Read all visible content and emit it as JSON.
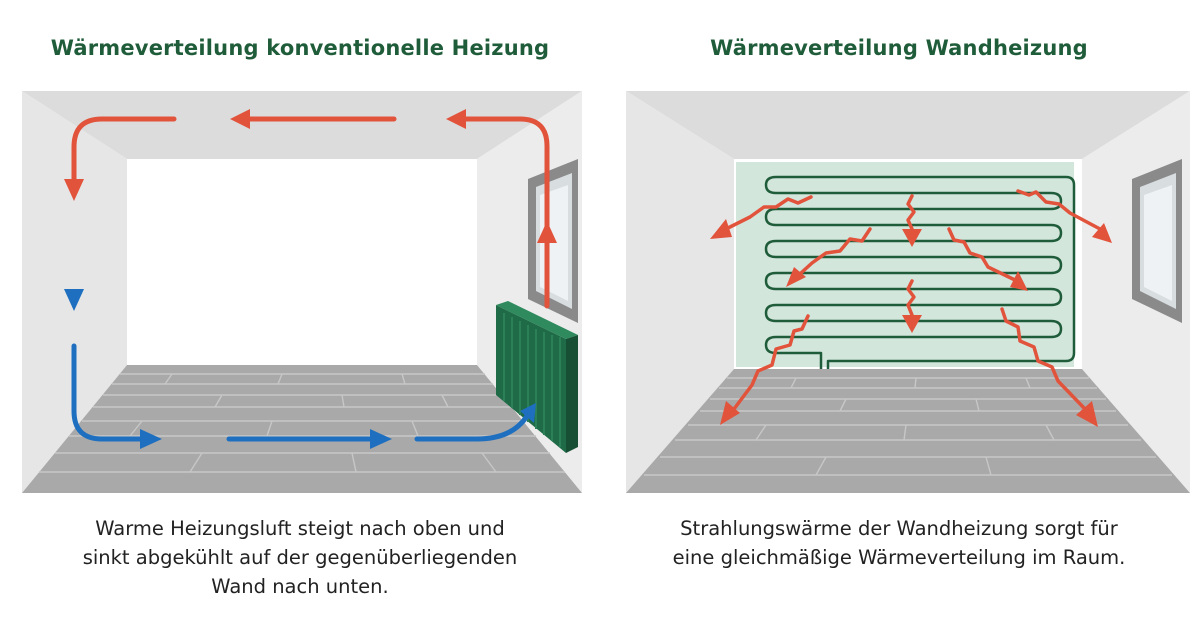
{
  "panels": {
    "conventional": {
      "title": "Wärmeverteilung konventionelle Heizung",
      "caption_lines": [
        "Warme Heizungsluft steigt nach oben und",
        "sinkt abgekühlt auf der gegenüberliegenden",
        "Wand nach unten."
      ]
    },
    "wall_heating": {
      "title": "Wärmeverteilung Wandheizung",
      "caption_lines": [
        "Strahlungswärme der Wandheizung sorgt für",
        "eine gleichmäßige Wärmeverteilung im Raum."
      ]
    }
  },
  "colors": {
    "title_green": "#1f5c3a",
    "warm_arrow": "#e2533c",
    "cool_arrow": "#1e6fbf",
    "radiator": "#1f6b47",
    "heating_pipe": "#1f5c3a",
    "heating_panel": "#d3e6dc",
    "floor": "#a9a9a9"
  },
  "icons": [
    "window-icon",
    "radiator-icon",
    "heating-coil-icon"
  ]
}
